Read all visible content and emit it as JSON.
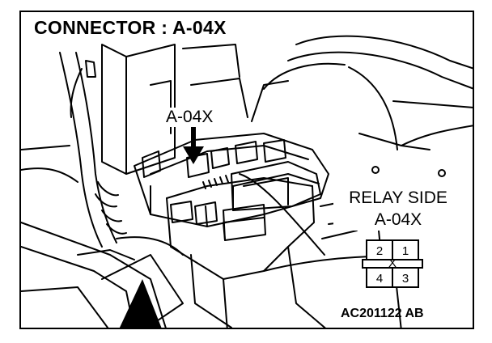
{
  "title": "CONNECTOR : A-04X",
  "callout_label": "A-04X",
  "relay_side": {
    "heading": "RELAY SIDE",
    "connector": "A-04X"
  },
  "terminals": {
    "top_left": "2",
    "top_right": "1",
    "middle": "X",
    "bottom_left": "4",
    "bottom_right": "3"
  },
  "figure_code": "AC201122 AB",
  "icons": [
    "pointer-arrow-icon"
  ]
}
